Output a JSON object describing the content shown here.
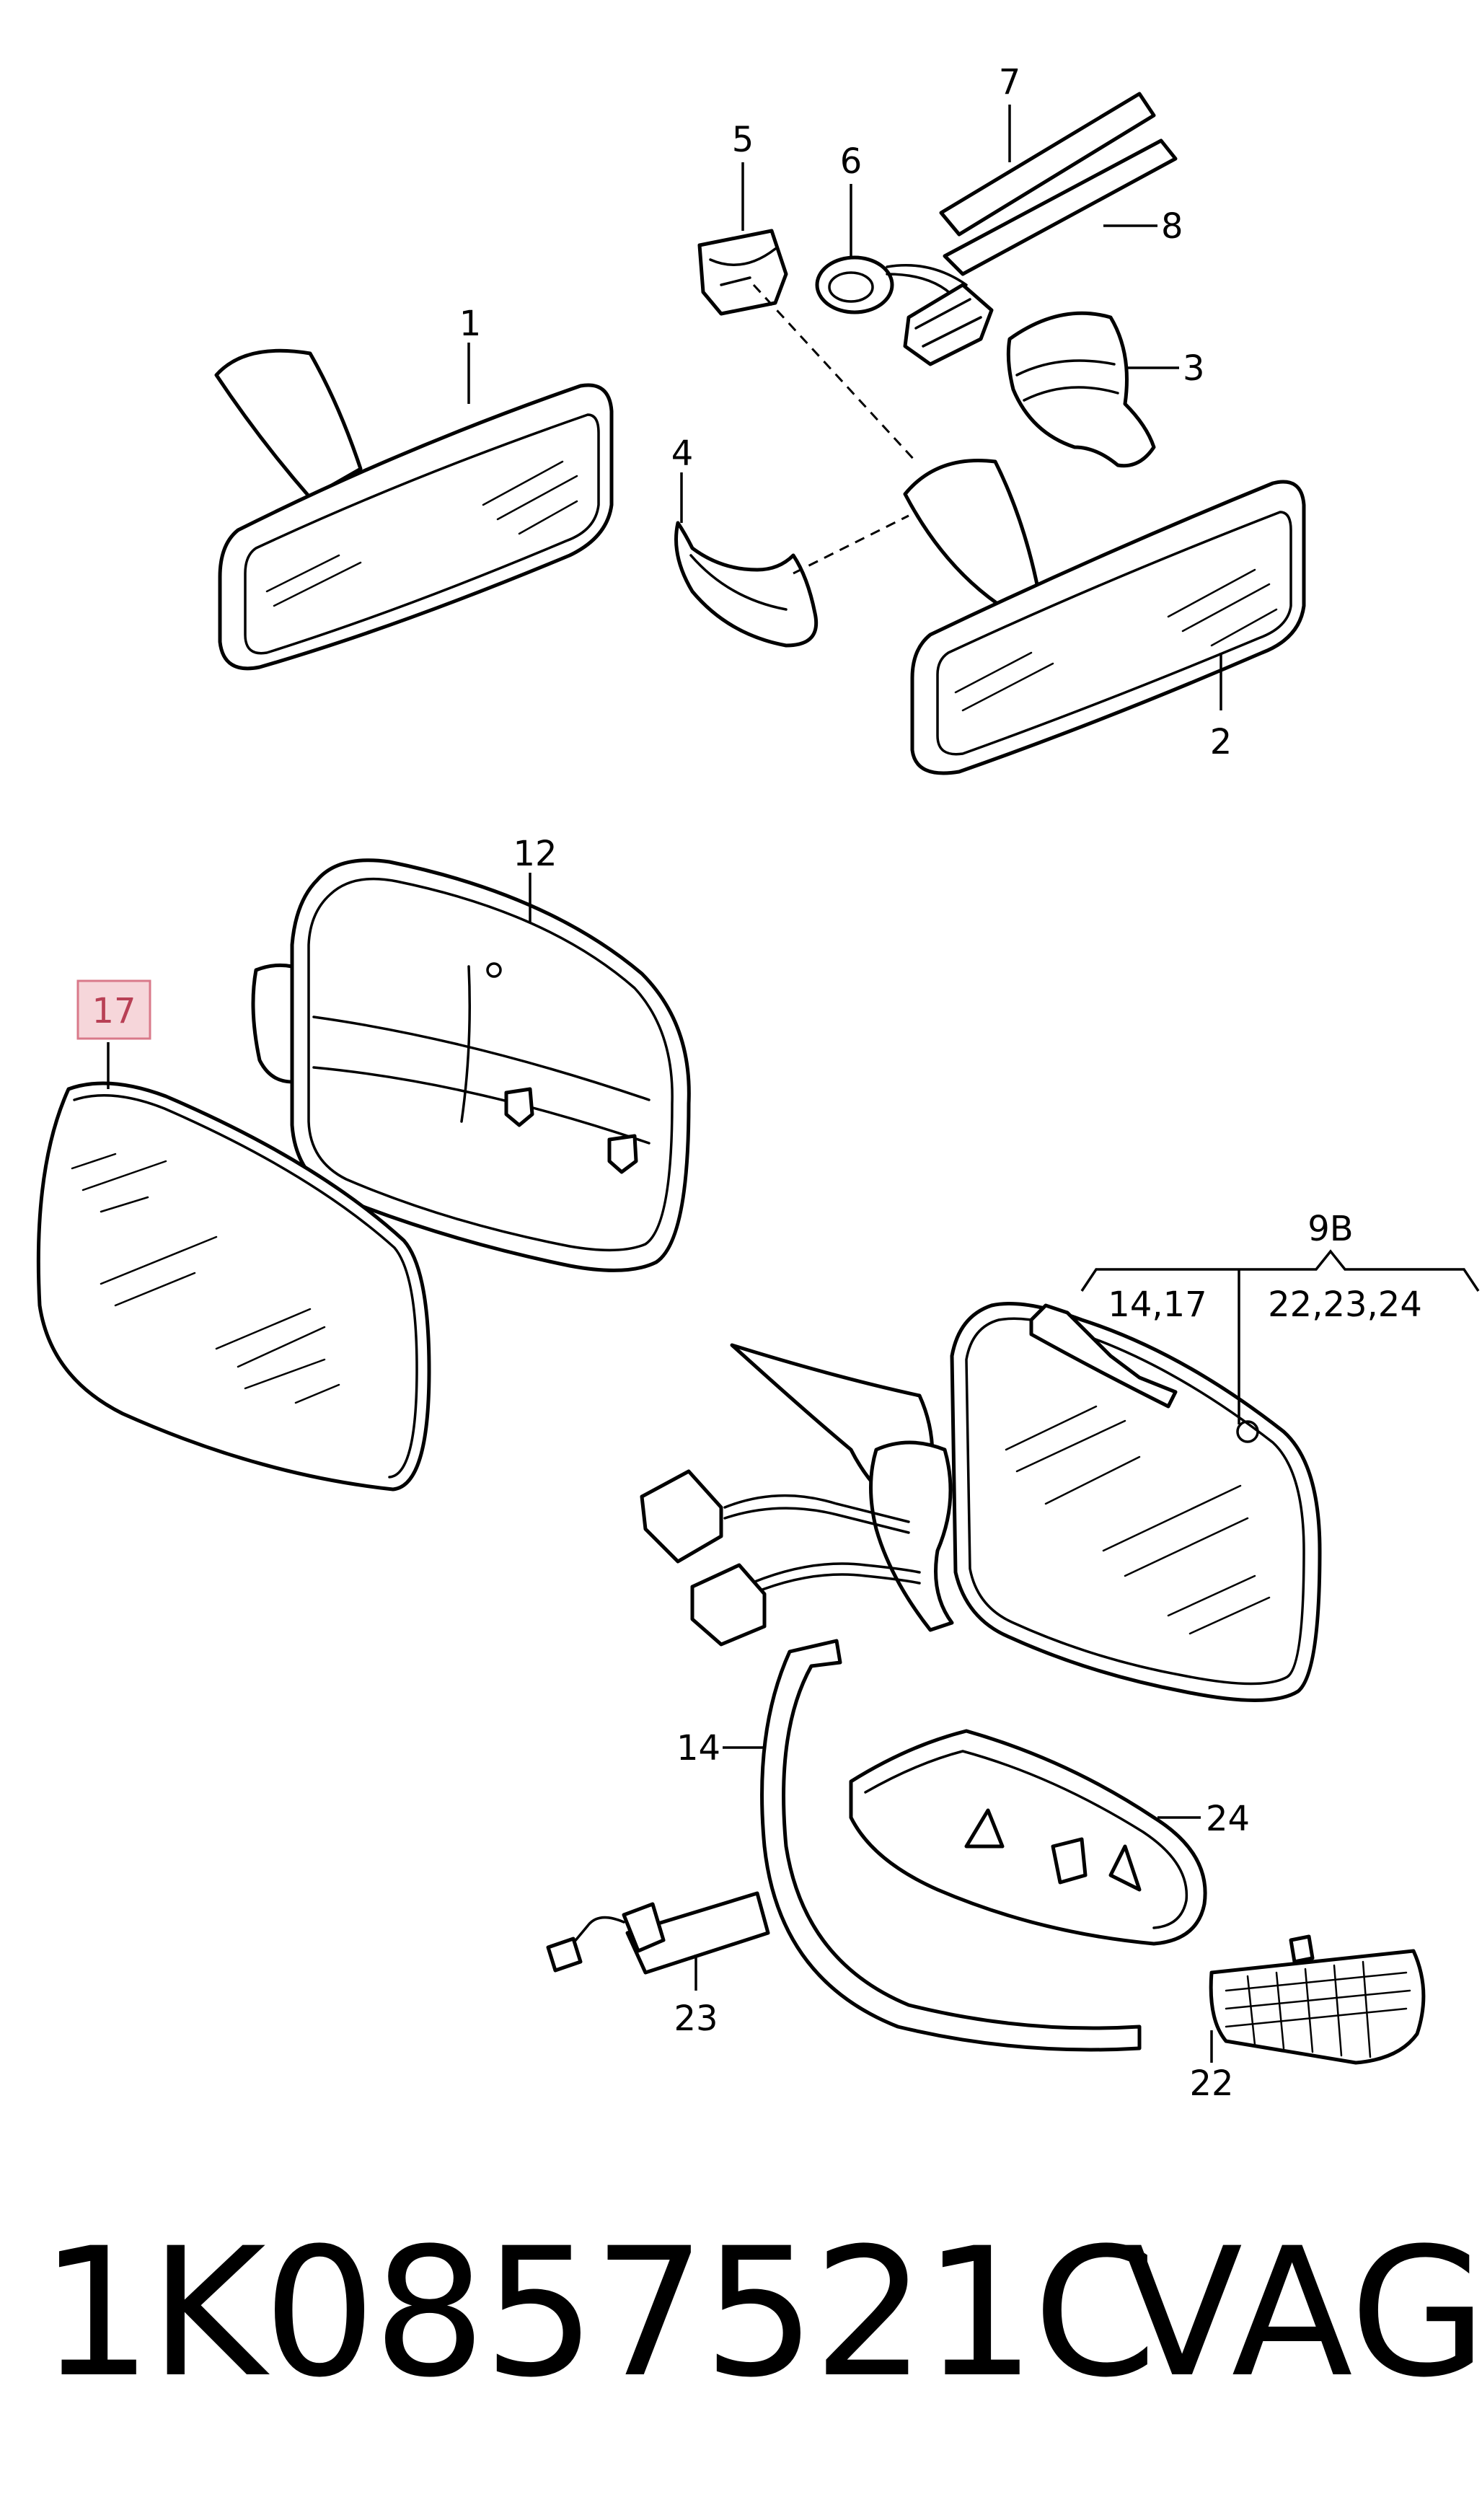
{
  "callouts": {
    "c1": "1",
    "c2": "2",
    "c3": "3",
    "c4": "4",
    "c5": "5",
    "c6": "6",
    "c7": "7",
    "c8": "8",
    "c12": "12",
    "c14": "14",
    "c22": "22",
    "c23": "23",
    "c24": "24",
    "c9b": "9B",
    "c9b_left": "14,17",
    "c9b_right": "22,23,24"
  },
  "highlighted_callout": "17",
  "highlight_color": "#f6d6da",
  "footer": {
    "part_number": "1K0857521C",
    "brand": "VAG"
  }
}
